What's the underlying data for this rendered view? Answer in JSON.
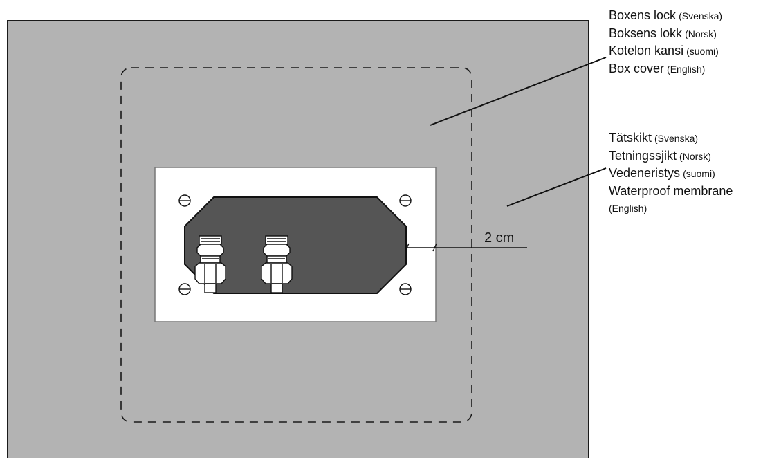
{
  "colors": {
    "membrane": "#b3b3b3",
    "plate": "#ffffff",
    "box": "#555555",
    "outline": "#1a1a1a",
    "text": "#111111"
  },
  "labels": {
    "box_cover": [
      {
        "name": "Boxens lock",
        "lang": "(Svenska)"
      },
      {
        "name": "Boksens lokk",
        "lang": "(Norsk)"
      },
      {
        "name": "Kotelon kansi",
        "lang": "(suomi)"
      },
      {
        "name": "Box cover",
        "lang": "(English)"
      }
    ],
    "membrane": [
      {
        "name": "Tätskikt",
        "lang": "(Svenska)"
      },
      {
        "name": "Tetningssjikt",
        "lang": "(Norsk)"
      },
      {
        "name": "Vedeneristys",
        "lang": "(suomi)"
      },
      {
        "name": "Waterproof membrane",
        "lang": ""
      },
      {
        "name": "",
        "lang": "(English)"
      }
    ]
  },
  "dimension": {
    "text": "2 cm"
  },
  "icons": [
    "screw-icon",
    "cable-gland-icon"
  ]
}
